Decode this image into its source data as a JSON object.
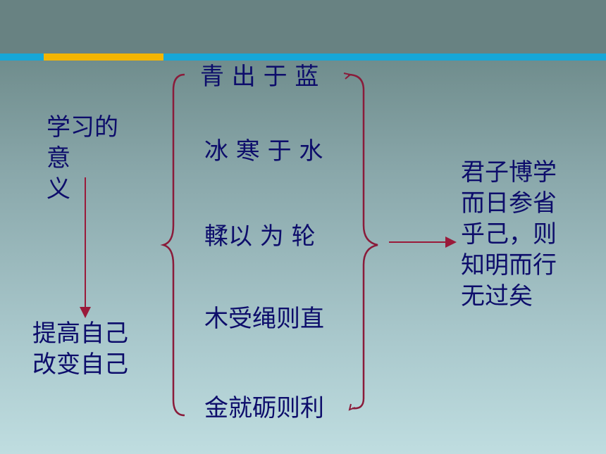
{
  "left_title": [
    "学习的",
    "意",
    "义"
  ],
  "left_result": [
    "提高自己",
    "改变自己"
  ],
  "middle_items": [
    "青 出 于 蓝",
    "冰 寒 于 水",
    "輮以 为 轮",
    "木受绳则直",
    "金就砺则利"
  ],
  "right_conclusion": [
    "君子博学",
    "而日参省",
    "乎己，则",
    "知明而行",
    "无过矣"
  ],
  "colors": {
    "text": "#0d0d6b",
    "arrow": "#9a1a3a",
    "brace": "#8a1b3a",
    "rule_blue": "#17a7d8",
    "rule_yellow": "#f3b500"
  }
}
